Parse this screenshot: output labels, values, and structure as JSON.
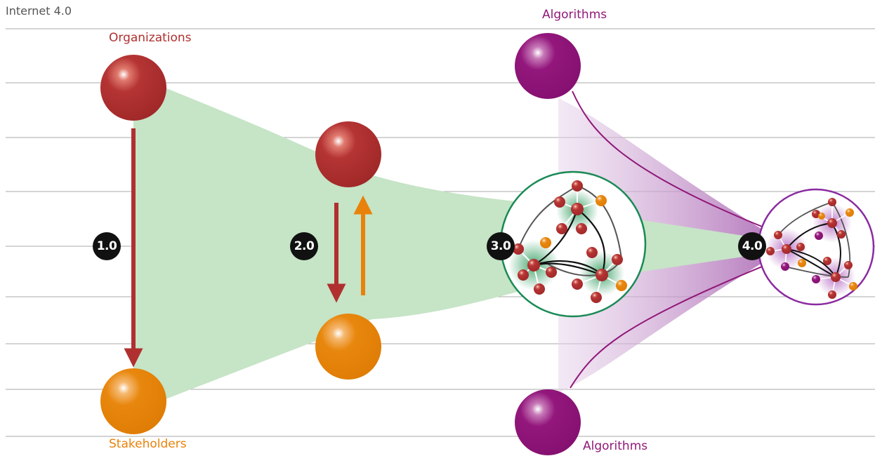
{
  "header": {
    "title": "Internet 4.0"
  },
  "labels": {
    "organizations": "Organizations",
    "stakeholders": "Stakeholders",
    "algorithms_top": "Algorithms",
    "algorithms_bottom": "Algorithms"
  },
  "stages": [
    {
      "label": "1.0"
    },
    {
      "label": "2.0"
    },
    {
      "label": "3.0"
    },
    {
      "label": "4.0"
    }
  ],
  "colors": {
    "organizations": "#b03030",
    "stakeholders": "#e8820a",
    "algorithms": "#901878",
    "funnel": "#c6e4c6",
    "network_ring_3": "#1a8a55",
    "network_ring_4": "#8a2aa0",
    "guide_lines": "#a0a0a0",
    "badge": "#111111"
  }
}
